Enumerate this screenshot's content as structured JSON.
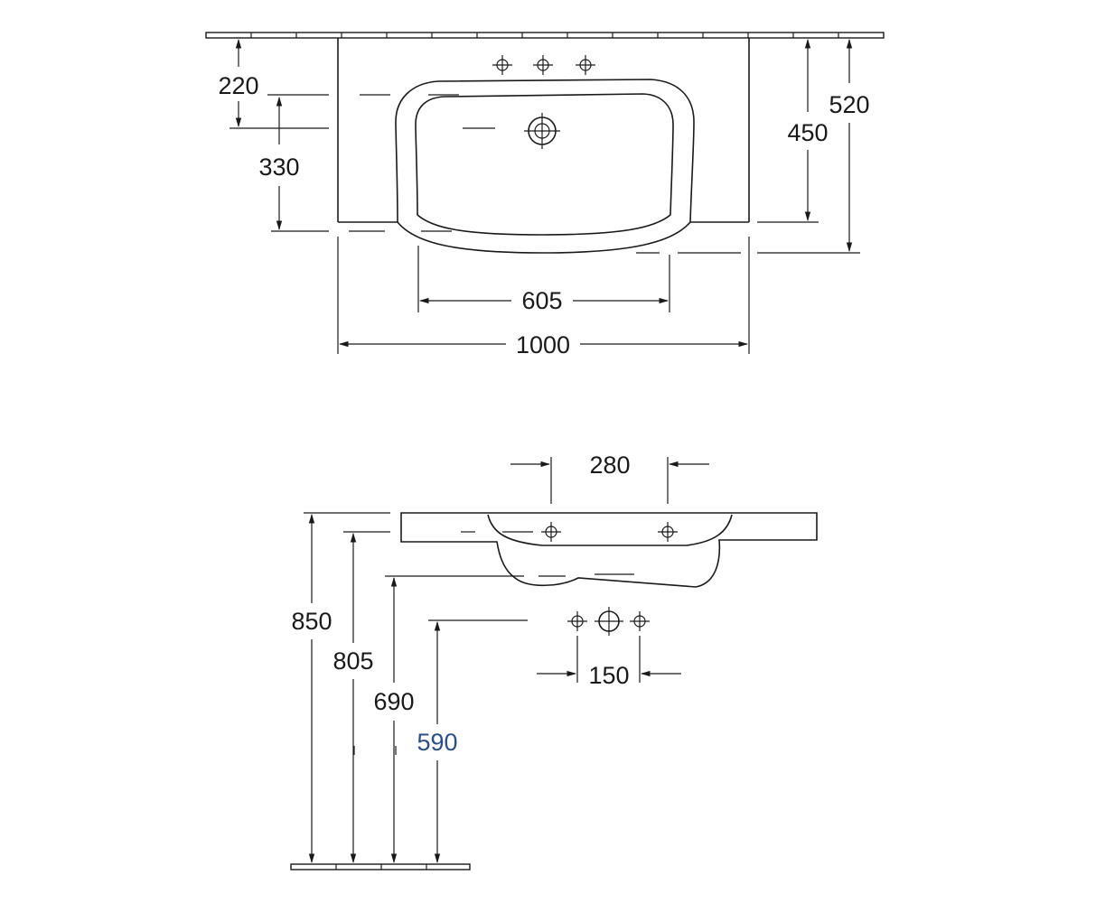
{
  "top_view": {
    "dims": {
      "wall_to_edge": "220",
      "basin_depth": "330",
      "total_depth": "450",
      "overall_depth": "520",
      "bowl_width": "605",
      "overall_width": "1000"
    }
  },
  "side_view": {
    "dims": {
      "tap_spacing": "280",
      "top_height": "850",
      "rim_height": "805",
      "bottom_height": "690",
      "outlet_height": "590",
      "valve_spacing": "150"
    }
  },
  "colors": {
    "line": "#1a1a1a",
    "background": "#ffffff",
    "watermark_blue": "#2a4f8a"
  }
}
